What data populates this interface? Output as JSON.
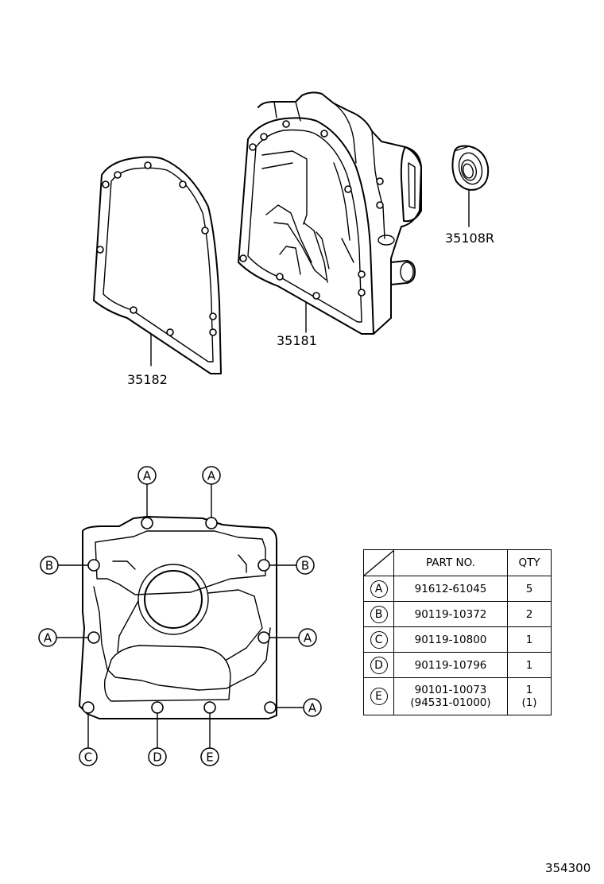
{
  "parts": {
    "gasket": "35182",
    "case": "35181",
    "seal": "35108R"
  },
  "bolt_labels": {
    "a_top_left": "A",
    "a_top_right": "A",
    "b_left": "B",
    "b_right": "B",
    "a_mid_left": "A",
    "a_mid_right": "A",
    "a_bottom_right": "A",
    "c": "C",
    "d": "D",
    "e": "E"
  },
  "table": {
    "header_part": "PART NO.",
    "header_qty": "QTY",
    "rows": [
      {
        "sym": "A",
        "part": "91612-61045",
        "qty": "5"
      },
      {
        "sym": "B",
        "part": "90119-10372",
        "qty": "2"
      },
      {
        "sym": "C",
        "part": "90119-10800",
        "qty": "1"
      },
      {
        "sym": "D",
        "part": "90119-10796",
        "qty": "1"
      },
      {
        "sym": "E",
        "part": "90101-10073",
        "part2": "(94531-01000)",
        "qty": "1",
        "qty2": "(1)"
      }
    ]
  },
  "ref_code": "354300"
}
